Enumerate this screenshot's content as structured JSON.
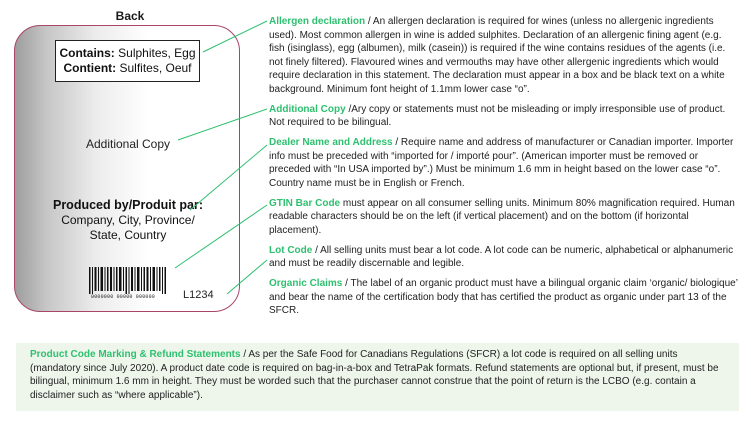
{
  "label": {
    "title": "Back",
    "contains_en_label": "Contains:",
    "contains_en_value": " Sulphites, Egg",
    "contains_fr_label": "Contient:",
    "contains_fr_value": " Sulfites, Oeuf",
    "additional_copy": "Additional Copy",
    "producer_heading": "Produced by/Produit par:",
    "producer_line1": "Company, City, Province/",
    "producer_line2": "State, Country",
    "barcode_number": "0000000 00000 000000",
    "lot_code": "L1234"
  },
  "notes": [
    {
      "title": "Allergen declaration",
      "text": " / An allergen declaration is required for wines (unless no allergenic ingredients used). Most common allergen in wine is added sulphites. Declaration of an allergenic fining agent (e.g. fish (isinglass), egg (albumen), milk (casein)) is required if the wine contains residues of the agents (i.e. not finely filtered). Flavoured wines and vermouths may have other allergenic ingredients which would require declaration in this statement. The declaration must appear in a box and be black text on a white background. Minimum font height of 1.1mm lower case “o”."
    },
    {
      "title": "Additional Copy",
      "text": " /Ary copy or statements must not be misleading or imply irresponsible use of product. Not required to be bilingual."
    },
    {
      "title": "Dealer Name and Address",
      "text": " / Require name and address of manufacturer or Canadian importer. Importer info must be preceded with “imported for / importé pour”. (American importer must be removed or preceded with “In USA imported by”.) Must be minimum 1.6 mm in height based on the lower case “o”. Country name must be in English or French."
    },
    {
      "title": "GTIN Bar Code",
      "text": " must appear on all consumer selling units. Minimum 80% magnification required. Human readable characters should be on the left (if vertical placement) and on the bottom (if horizontal placement)."
    },
    {
      "title": "Lot Code",
      "text": " / All selling units must bear a lot code. A lot code can be numeric, alphabetical or alphanumeric and must be readily discernable and legible."
    },
    {
      "title": "Organic Claims",
      "text": " / The label of an organic product must have a bilingual organic claim ‘organic/ biologique’ and bear the name of the certification body that has certified the product as organic under part 13 of the SFCR."
    }
  ],
  "footer": {
    "title": "Product Code Marking & Refund Statements",
    "text": " / As per the Safe Food for Canadians Regulations (SFCR) a lot code is required on all selling units (mandatory since July 2020). A product date code is required on bag-in-a-box and TetraPak formats. Refund statements are optional but, if present, must be bilingual, minimum 1.6 mm in height. They must be worded such that the purchaser cannot construe that the point of return is the LCBO (e.g. contain a disclaimer such as “where applicable”)."
  },
  "colors": {
    "accent_green": "#2ec06f",
    "label_border": "#a8456a",
    "footer_bg": "#eef6ec"
  }
}
